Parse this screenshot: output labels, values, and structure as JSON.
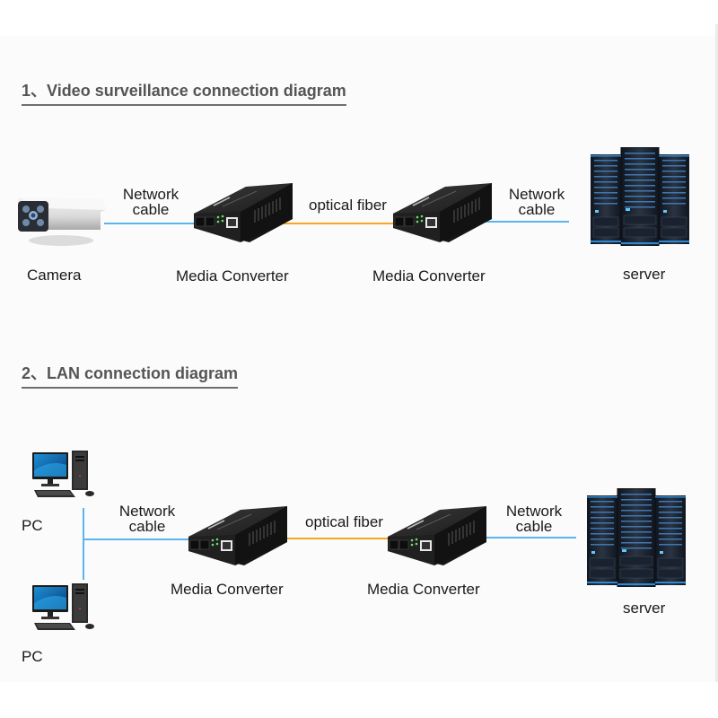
{
  "colors": {
    "network_cable": "#5ab4ee",
    "optical_fiber": "#f5a623",
    "title_text": "#555555",
    "title_underline": "#6e6e6e"
  },
  "sections": [
    {
      "title": "1、Video surveillance connection diagram",
      "nodes": [
        {
          "label": "Camera",
          "icon": "ip-camera-icon"
        },
        {
          "label": "Media Converter",
          "icon": "media-converter-icon"
        },
        {
          "label": "Media Converter",
          "icon": "media-converter-icon"
        },
        {
          "label": "server",
          "icon": "server-rack-icon"
        }
      ],
      "links": [
        {
          "label_line1": "Network",
          "label_line2": "cable",
          "type": "network_cable"
        },
        {
          "label": "optical fiber",
          "type": "optical_fiber"
        },
        {
          "label_line1": "Network",
          "label_line2": "cable",
          "type": "network_cable"
        }
      ]
    },
    {
      "title": "2、LAN connection diagram",
      "nodes": [
        {
          "label": "PC",
          "icon": "desktop-pc-icon"
        },
        {
          "label": "PC",
          "icon": "desktop-pc-icon"
        },
        {
          "label": "Media Converter",
          "icon": "media-converter-icon"
        },
        {
          "label": "Media Converter",
          "icon": "media-converter-icon"
        },
        {
          "label": "server",
          "icon": "server-rack-icon"
        }
      ],
      "links": [
        {
          "label_line1": "Network",
          "label_line2": "cable",
          "type": "network_cable"
        },
        {
          "label": "optical fiber",
          "type": "optical_fiber"
        },
        {
          "label_line1": "Network",
          "label_line2": "cable",
          "type": "network_cable"
        }
      ]
    }
  ]
}
